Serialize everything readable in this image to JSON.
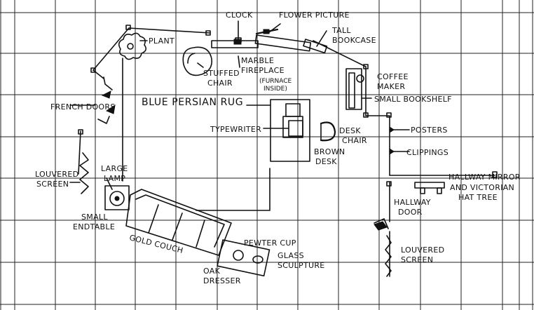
{
  "labels": {
    "clock": "CLOCK",
    "flower_picture": "FLOWER PICTURE",
    "tall_bookcase_1": "TALL",
    "tall_bookcase_2": "BOOKCASE",
    "plant": "PLANT",
    "marble_fireplace_1": "MARBLE",
    "marble_fireplace_2": "FIREPLACE",
    "furnace_1": "(FURNACE",
    "furnace_2": "INSIDE)",
    "stuffed_chair_1": "STUFFED",
    "stuffed_chair_2": "CHAIR",
    "coffee_maker_1": "COFFEE",
    "coffee_maker_2": "MAKER",
    "small_bookshelf": "SMALL BOOKSHELF",
    "french_doors": "FRENCH DOORS",
    "blue_persian_rug": "BLUE PERSIAN RUG",
    "typewriter": "TYPEWRITER",
    "desk_chair_1": "DESK",
    "desk_chair_2": "CHAIR",
    "brown_desk_1": "BROWN",
    "brown_desk_2": "DESK",
    "posters": "POSTERS",
    "clippings": "CLIPPINGS",
    "louvered_screen_left_1": "LOUVERED",
    "louvered_screen_left_2": "SCREEN",
    "large_lamp_1": "LARGE",
    "large_lamp_2": "LAMP",
    "hallway_mirror_1": "HALLWAY MIRROR",
    "hallway_mirror_2": "AND VICTORIAN",
    "hallway_mirror_3": "HAT TREE",
    "hallway_door_1": "HALLWAY",
    "hallway_door_2": "DOOR",
    "small_endtable_1": "SMALL",
    "small_endtable_2": "ENDTABLE",
    "gold_couch": "GOLD COUCH",
    "pewter_cup": "PEWTER CUP",
    "glass_sculpture_1": "GLASS",
    "glass_sculpture_2": "SCULPTURE",
    "oak_dresser_1": "OAK",
    "oak_dresser_2": "DRESSER",
    "louvered_screen_right_1": "LOUVERED",
    "louvered_screen_right_2": "SCREEN"
  },
  "colors": {
    "ink": "#111111",
    "paper": "#ffffff"
  }
}
